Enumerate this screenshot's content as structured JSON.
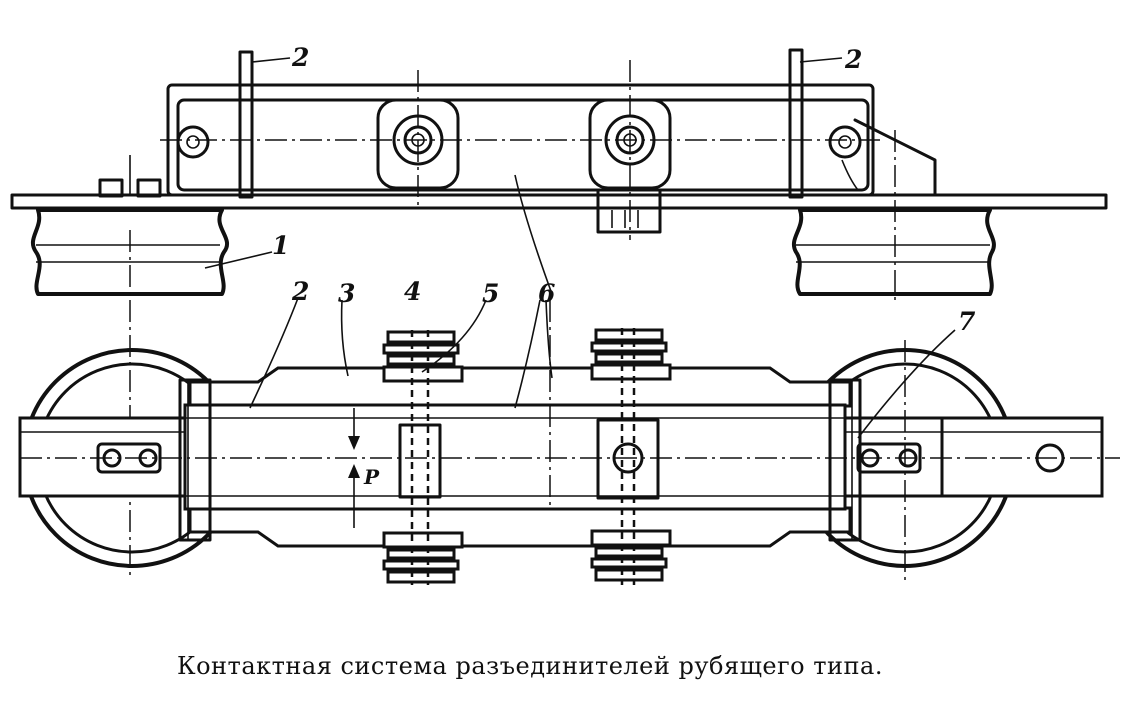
{
  "caption": "Контактная система разъединителей рубящего типа.",
  "labels": {
    "top_left_2": "2",
    "top_right_2": "2",
    "n1": "1",
    "n2": "2",
    "n3": "3",
    "n4": "4",
    "n5": "5",
    "n6": "6",
    "n7": "7",
    "force": "P"
  }
}
